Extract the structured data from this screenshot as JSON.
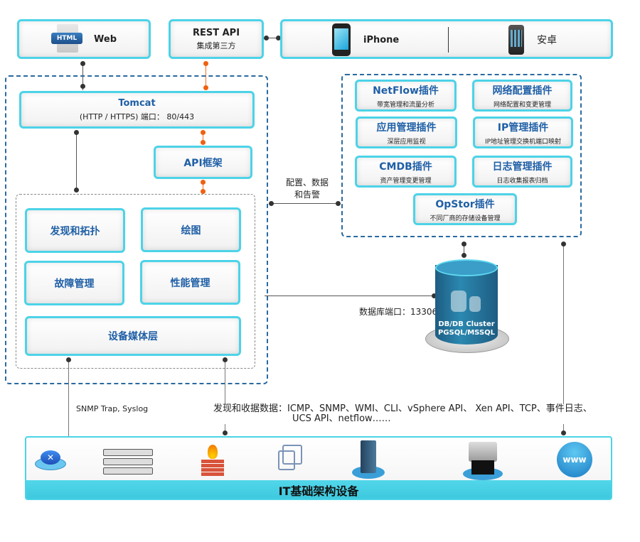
{
  "top": {
    "web": {
      "icon": "html-file-icon",
      "icon_text": "HTML",
      "label": "Web"
    },
    "rest": {
      "title": "REST API",
      "subtitle": "集成第三方"
    },
    "mobile": [
      {
        "icon": "iphone-icon",
        "label": "iPhone"
      },
      {
        "icon": "android-phone-icon",
        "label": "安卓"
      }
    ]
  },
  "server": {
    "tomcat": {
      "title": "Tomcat",
      "subtitle": "(HTTP / HTTPS) 端口： 80/443"
    },
    "api_framework": "API框架",
    "modules": [
      "发现和拓扑",
      "绘图",
      "故障管理",
      "性能管理"
    ],
    "device_layer": "设备媒体层"
  },
  "connection_labels": {
    "config": "配置、数据",
    "config2": "和告警",
    "db_port": "数据库端口：13306",
    "snmp": "SNMP Trap, Syslog",
    "discovery_line1": "发现和收据数据：ICMP、SNMP、WMI、CLI、vSphere API、 Xen API、TCP、事件日志、",
    "discovery_line2": "UCS API、netflow……"
  },
  "plugins": [
    {
      "title": "NetFlow插件",
      "subtitle": "带宽管理和流量分析"
    },
    {
      "title": "网络配置插件",
      "subtitle": "网络配置和变更管理"
    },
    {
      "title": "应用管理插件",
      "subtitle": "深层应用监视"
    },
    {
      "title": "IP管理插件",
      "subtitle": "IP地址管理交换机端口映射"
    },
    {
      "title": "CMDB插件",
      "subtitle": "资产管理变更管理"
    },
    {
      "title": "日志管理插件",
      "subtitle": "日志收集报表归档"
    },
    {
      "title": "OpStor插件",
      "subtitle": "不同厂商的存储设备管理"
    }
  ],
  "database": {
    "line1": "DB/DB Cluster",
    "line2": "PGSQL/MSSQL"
  },
  "infrastructure": {
    "label": "IT基础架构设备",
    "devices": [
      "router-icon",
      "switch-stack-icon",
      "firewall-icon",
      "virtualization-icon",
      "server-icon",
      "storage-icon",
      "www-icon"
    ],
    "www_text": "www"
  },
  "colors": {
    "accent_border": "#4cd3e8",
    "title_blue": "#1f5fa6",
    "orange_link": "#f07020",
    "bar_cyan": "#4fd4e8"
  }
}
